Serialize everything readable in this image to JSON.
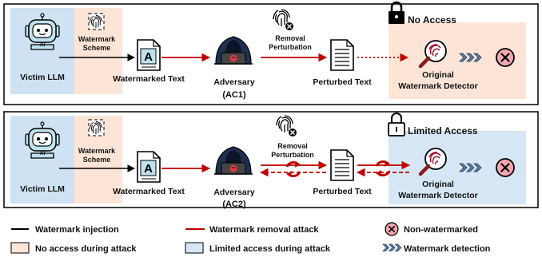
{
  "panel1": {
    "victim_label": "Victim LLM",
    "ai_badge": "AI",
    "scheme_line1": "Watermark",
    "scheme_line2": "Scheme",
    "watermarked_text": "Watermarked Text",
    "adversary_line1": "Adversary",
    "adversary_line2": "(AC1)",
    "removal_line1": "Removal",
    "removal_line2": "Perturbation",
    "perturbed_text": "Perturbed Text",
    "access_label": "No Access",
    "detector_line1": "Original",
    "detector_line2": "Watermark Detector"
  },
  "panel2": {
    "victim_label": "Victim LLM",
    "ai_badge": "AI",
    "scheme_line1": "Watermark",
    "scheme_line2": "Scheme",
    "watermarked_text": "Watermarked Text",
    "adversary_line1": "Adversary",
    "adversary_line2": "(AC2)",
    "removal_line1": "Removal",
    "removal_line2": "Perturbation",
    "perturbed_text": "Perturbed Text",
    "access_label": "Limited Access",
    "detector_line1": "Original",
    "detector_line2": "Watermark Detector"
  },
  "legend": {
    "injection": "Watermark injection",
    "removal_attack": "Watermark removal attack",
    "non_watermarked": "Non-watermarked",
    "no_access": "No access during attack",
    "limited_access": "Limited access during attack",
    "detection": "Watermark detection"
  },
  "colors": {
    "victim_bg": "#cfe2f3",
    "no_access_bg": "#fce5d6",
    "limited_bg": "#d6e6f4",
    "attack_red": "#c00000",
    "x_fill": "#f4a7b0"
  }
}
